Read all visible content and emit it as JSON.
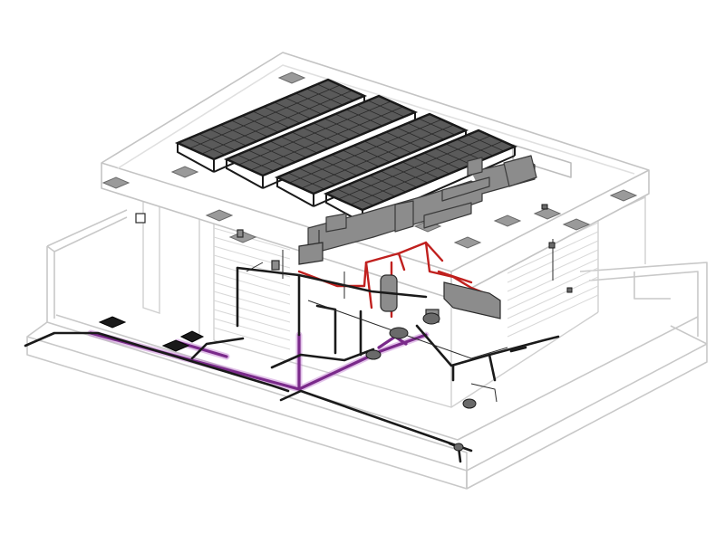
{
  "figure": {
    "kind": "isometric-building-mep-diagram",
    "background": "#ffffff",
    "colors": {
      "structure_line": "#c8c8c8",
      "structure_dark": "#9a9a9a",
      "siding_line": "#d4d4d4",
      "solar_frame": "#1a1a1a",
      "solar_cell": "#5a5a5a",
      "duct_fill": "#8c8c8c",
      "duct_stroke": "#3a3a3a",
      "pipe_black": "#1a1a1a",
      "pipe_purple": "#7a2a8a",
      "pipe_purple_glow": "#c07ad0",
      "pipe_red": "#c0201e",
      "vent_fill": "#9a9a9a"
    },
    "components": {
      "solar_panel_rows": 4,
      "roof_vents": 11,
      "floor_drains": 3
    }
  }
}
